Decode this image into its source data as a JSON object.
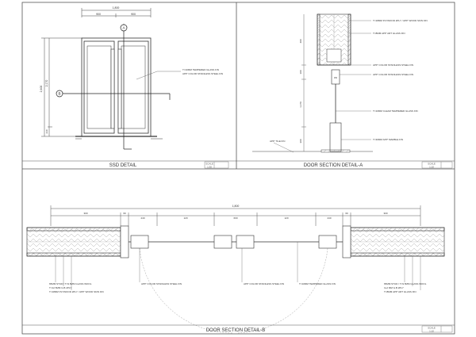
{
  "panels": {
    "ssd": {
      "title": "SSD DETAIL",
      "scale_label": "SCALE",
      "scale_value": "1:30",
      "overall_width": "1,800",
      "top_dims": [
        "900",
        "900"
      ],
      "left_overall": "2,400",
      "left_dims": [
        "2,170",
        "230"
      ],
      "marker_a": "A",
      "marker_b": "B",
      "notes": [
        "T=10MM TEMPERED GLASS FIN",
        "APP' COLOR STAINLESS STEEL FIN"
      ]
    },
    "section_a": {
      "title": "DOOR SECTION DETAIL-A",
      "scale_label": "SCALE",
      "scale_value": "1:10",
      "dims": [
        "400",
        "100",
        "1,170",
        "300"
      ],
      "notes_top": [
        "T=18MM PLYWOOD 2PLY / APP' WOOD SKIN FIN",
        "T=8MM APP' ART GLASS FIN"
      ],
      "notes_mid": [
        "APP' COLOR STAINLESS STEEL FIN",
        "APP' COLOR STAINLESS STEEL FIN"
      ],
      "notes_low": [
        "T=10MM CLEAR TEMPERED GLASS FIN",
        "T=30MM APP' MARBLE FIN"
      ],
      "note_tile": "APP' TILE FIN",
      "panel_label": "150"
    },
    "section_b": {
      "title": "DOOR SECTION DETAIL-B",
      "scale_label": "SCALE",
      "scale_value": "1:10",
      "overall": "1,800",
      "dims": [
        "300",
        "60",
        "240",
        "120",
        "600",
        "120",
        "240",
        "60",
        "300"
      ],
      "notes_left": [
        "65MM STUD / T=9.5MM GLASS WOOL",
        "T=12.5MM G.B 2PLY",
        "T=18MM PLYWOOD 2PLY / APP' WOOD SKIN FIN"
      ],
      "note_stainless": "APP' COLOR STAINLESS STEEL FIN",
      "note_stainless_mid": "APP' COLOR STAINLESS STEEL FIN",
      "note_glass": "T=10MM TEMPERED GLASS FIN",
      "notes_right": [
        "65MM STUD / T=9.5MM GLASS WOOL",
        "3+2 MM G.B 2PLY",
        "T=8MM APP' ART GLASS FIN"
      ]
    }
  }
}
